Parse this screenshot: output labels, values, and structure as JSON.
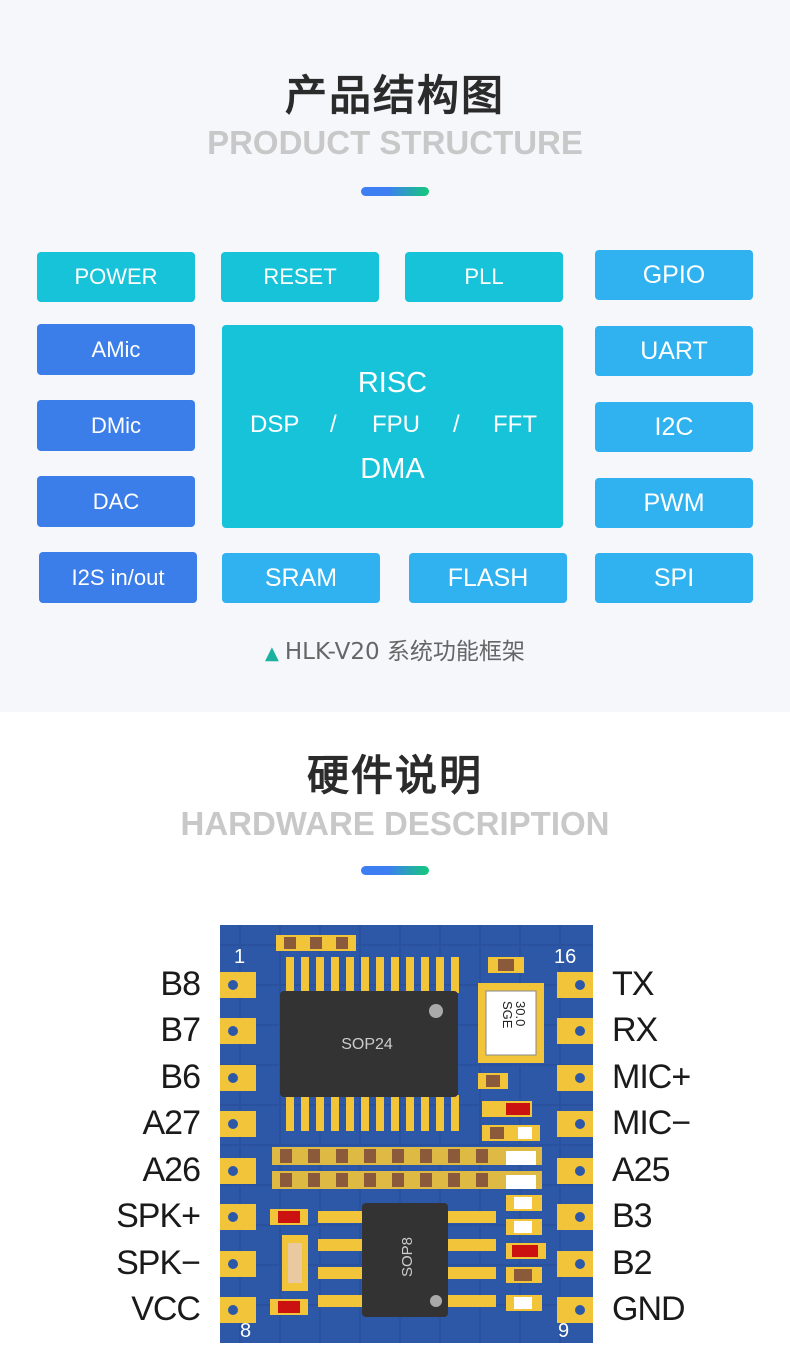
{
  "structure_section": {
    "title_cn": "产品结构图",
    "title_en": "PRODUCT STRUCTURE",
    "blocks": {
      "power": "POWER",
      "reset": "RESET",
      "pll": "PLL",
      "gpio": "GPIO",
      "amic": "AMic",
      "uart": "UART",
      "dmic": "DMic",
      "i2c": "I2C",
      "dac": "DAC",
      "pwm": "PWM",
      "i2s": "I2S in/out",
      "sram": "SRAM",
      "flash": "FLASH",
      "spi": "SPI"
    },
    "core": {
      "risc": "RISC",
      "dsp": "DSP",
      "sep1": "/",
      "fpu": "FPU",
      "sep2": "/",
      "fft": "FFT",
      "dma": "DMA"
    },
    "caption": "HLK-V20 系统功能框架",
    "caption_icon": "triangle-up-icon"
  },
  "hardware_section": {
    "title_cn": "硬件说明",
    "title_en": "HARDWARE DESCRIPTION",
    "board": {
      "pin_number_top_left": "1",
      "pin_number_top_right": "16",
      "pin_number_bottom_left": "8",
      "pin_number_bottom_right": "9",
      "chip_main": "SOP24",
      "chip_small": "SOP8",
      "crystal_line1": "30.0",
      "crystal_line2": "SGE"
    },
    "left_pins": [
      "B8",
      "B7",
      "B6",
      "A27",
      "A26",
      "SPK+",
      "SPK−",
      "VCC"
    ],
    "right_pins": [
      "TX",
      "RX",
      "MIC+",
      "MIC−",
      "A25",
      "B3",
      "B2",
      "GND"
    ]
  },
  "colors": {
    "teal": "#17c3d9",
    "blue": "#3b7eea",
    "sky": "#2fb2ef",
    "board": "#2d57a7",
    "gold": "#f2c43a",
    "divider_start": "#3d7ef2",
    "divider_end": "#14c97a"
  }
}
